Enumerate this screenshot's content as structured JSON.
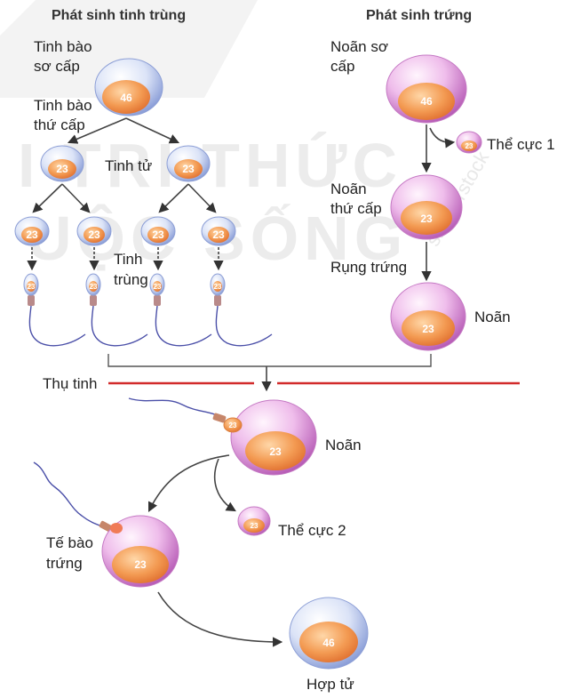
{
  "headers": {
    "sperm": "Phát sinh tinh trùng",
    "egg": "Phát sinh trứng"
  },
  "labels": {
    "primary_spermatocyte": [
      "Tinh bào",
      "sơ cấp"
    ],
    "secondary_spermatocyte": [
      "Tinh bào",
      "thứ cấp"
    ],
    "spermatid": "Tinh tử",
    "sperm": [
      "Tinh",
      "trùng"
    ],
    "primary_oocyte": [
      "Noãn sơ",
      "cấp"
    ],
    "polar_body_1": "Thể cực 1",
    "secondary_oocyte": [
      "Noãn",
      "thứ cấp"
    ],
    "ovulation": "Rụng trứng",
    "ovum_1": "Noãn",
    "fertilization": "Thụ tinh",
    "ovum_2": "Noãn",
    "polar_body_2": "Thể cực 2",
    "egg_cell": [
      "Tế bào",
      "trứng"
    ],
    "zygote": "Hợp tử"
  },
  "chromosomes": {
    "diploid": "46",
    "haploid": "23"
  },
  "colors": {
    "sperm_cell": "#b7c6ee",
    "egg_cell": "#e8a6e4",
    "nucleus": "#f4a15a",
    "fertilization_line": "#d22a2a"
  }
}
